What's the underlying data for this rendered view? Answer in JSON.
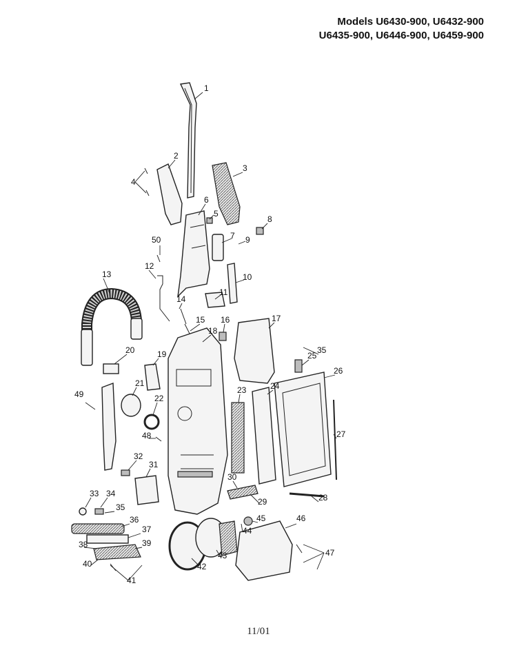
{
  "header": {
    "line1": "Models U6430-900, U6432-900",
    "line2": "U6435-900, U6446-900, U6459-900"
  },
  "footer": {
    "date": "11/01"
  },
  "callouts": [
    "1",
    "2",
    "3",
    "4",
    "5",
    "6",
    "7",
    "8",
    "9",
    "10",
    "11",
    "12",
    "13",
    "14",
    "15",
    "16",
    "17",
    "18",
    "19",
    "20",
    "21",
    "22",
    "23",
    "24",
    "25",
    "26",
    "27",
    "28",
    "29",
    "30",
    "31",
    "32",
    "33",
    "34",
    "35",
    "35",
    "36",
    "37",
    "38",
    "39",
    "40",
    "41",
    "42",
    "43",
    "44",
    "45",
    "46",
    "47",
    "48",
    "49",
    "50"
  ]
}
